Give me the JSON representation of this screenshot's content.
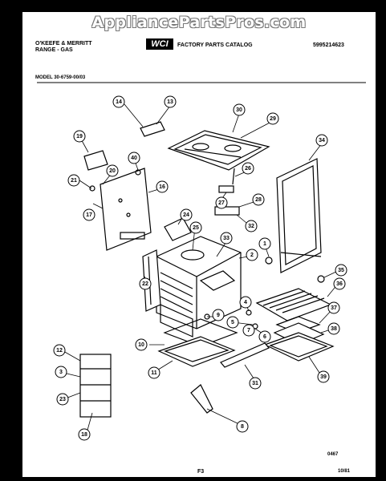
{
  "watermark": "AppliancePartsPros.com",
  "header": {
    "brand_line1": "O'KEEFE & MERRITT",
    "brand_line2": "RANGE - GAS",
    "logo": "WCI",
    "catalog_title": "FACTORY PARTS CATALOG",
    "catalog_number": "5995214623",
    "model": "MODEL 30-6759-00/03"
  },
  "footer": {
    "drawing_code": "0467",
    "page": "F3",
    "date": "10/81"
  },
  "callouts": [
    "1",
    "2",
    "3",
    "4",
    "5",
    "6",
    "7",
    "8",
    "9",
    "10",
    "11",
    "12",
    "13",
    "14",
    "16",
    "17",
    "18",
    "19",
    "20",
    "21",
    "22",
    "23",
    "24",
    "25",
    "26",
    "27",
    "28",
    "29",
    "30",
    "31",
    "32",
    "33",
    "34",
    "35",
    "36",
    "37",
    "38",
    "39",
    "40"
  ]
}
